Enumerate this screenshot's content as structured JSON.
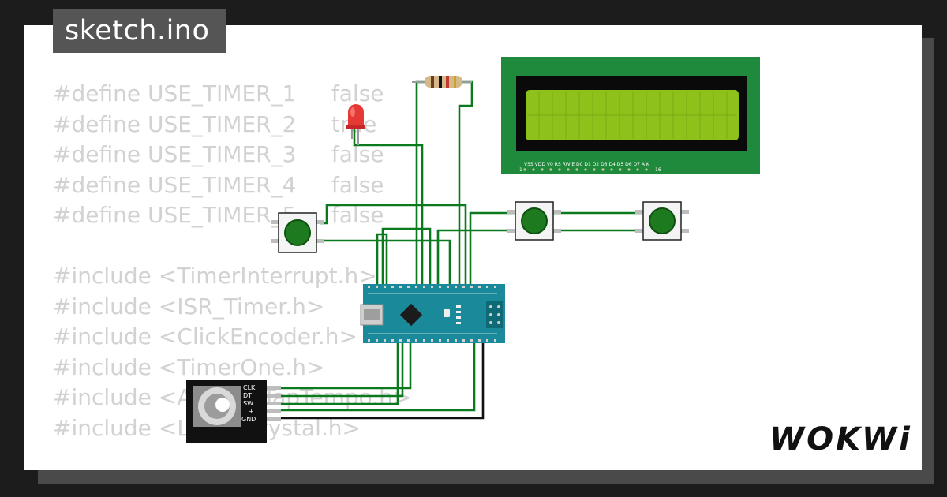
{
  "sketch_tab": {
    "title": "sketch.ino"
  },
  "code_lines": [
    "#define USE_TIMER_1     false",
    "#define USE_TIMER_2     true",
    "#define USE_TIMER_3     false",
    "#define USE_TIMER_4     false",
    "#define USE_TIMER_5     false",
    "",
    "#include <TimerInterrupt.h>",
    "#include <ISR_Timer.h>",
    "#include <ClickEncoder.h>",
    "#include <TimerOne.h>",
    "#include <ArduinoTapTempo.h>",
    "#include <LiquidCrystal.h>"
  ],
  "lcd": {
    "pin_labels": "VSS VDD V0 RS RW E D0 D1 D2 D3 D4 D5 D6 D7 A K",
    "pin_start": "1",
    "pin_end": "16"
  },
  "encoder": {
    "pins": [
      "CLK",
      "DT",
      "SW",
      "+",
      "GND"
    ]
  },
  "brand": {
    "logo": "WOKWi"
  },
  "colors": {
    "background": "#1c1c1c",
    "card": "#ffffff",
    "code_text": "#d2d2d2",
    "wire": "#0b7a1f",
    "lcd_board": "#1f8a3b",
    "lcd_screen": "#8ec21a",
    "nano_board": "#1a8a9a",
    "button_cap": "#1e7a1e",
    "led": "#e53935"
  },
  "icons": [
    "resistor-icon",
    "led-icon",
    "pushbutton-icon",
    "arduino-nano-icon",
    "rotary-encoder-icon",
    "lcd-icon"
  ]
}
